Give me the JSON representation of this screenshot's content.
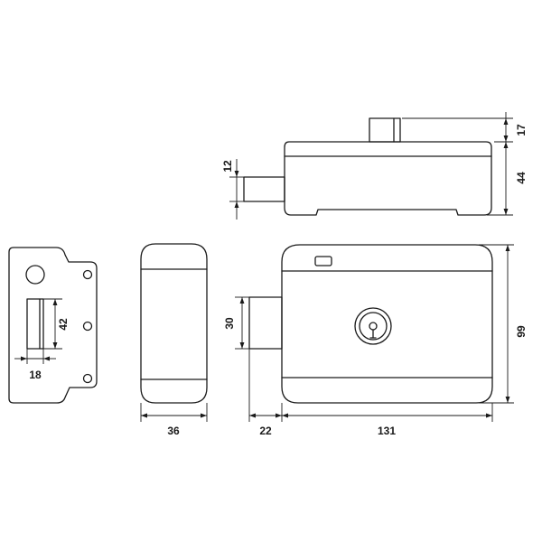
{
  "dimensions": {
    "top_knob_height": "17",
    "top_body_height": "44",
    "top_bolt_height": "12",
    "strike_slot_height": "42",
    "strike_slot_width": "18",
    "side_width": "36",
    "bolt_throw": "22",
    "body_width": "131",
    "body_height": "99",
    "bolt_height": "30"
  },
  "colors": {
    "line": "#1a1a1a",
    "background": "#ffffff"
  },
  "icons": [
    "arrow-head",
    "keyhole-icon"
  ]
}
